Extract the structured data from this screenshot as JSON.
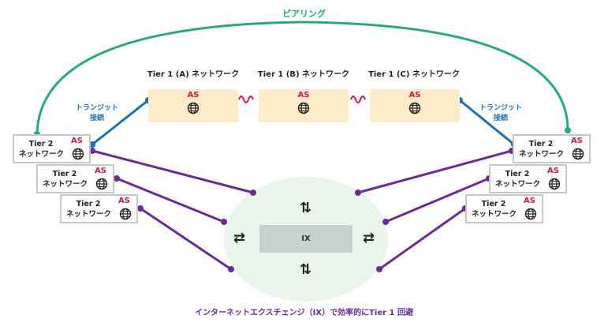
{
  "peering_label": "ピアリング",
  "transit_label": "トランジット\n接続",
  "tier1": [
    {
      "title": "Tier 1 (A) ネットワーク",
      "as": "AS"
    },
    {
      "title": "Tier 1 (B) ネットワーク",
      "as": "AS"
    },
    {
      "title": "Tier 1 (C) ネットワーク",
      "as": "AS"
    }
  ],
  "tier2": {
    "name": "Tier 2\nネットワーク",
    "as": "AS"
  },
  "ix_label": "IX",
  "footer": "インターネットエクスチェンジ（IX）で効率的にTier 1 回避",
  "colors": {
    "peering": "#2aaa73",
    "transit": "#1d6fb0",
    "ix_link": "#6b2c91",
    "wave": "#d0174d",
    "ix_area": "#e9f4ec",
    "tier1_fill": "#fdebc9",
    "as_text": "#d0174d"
  },
  "icons": {
    "globe": "globe-icon",
    "bidirectional_arrow": "bidirectional-arrow-icon"
  }
}
